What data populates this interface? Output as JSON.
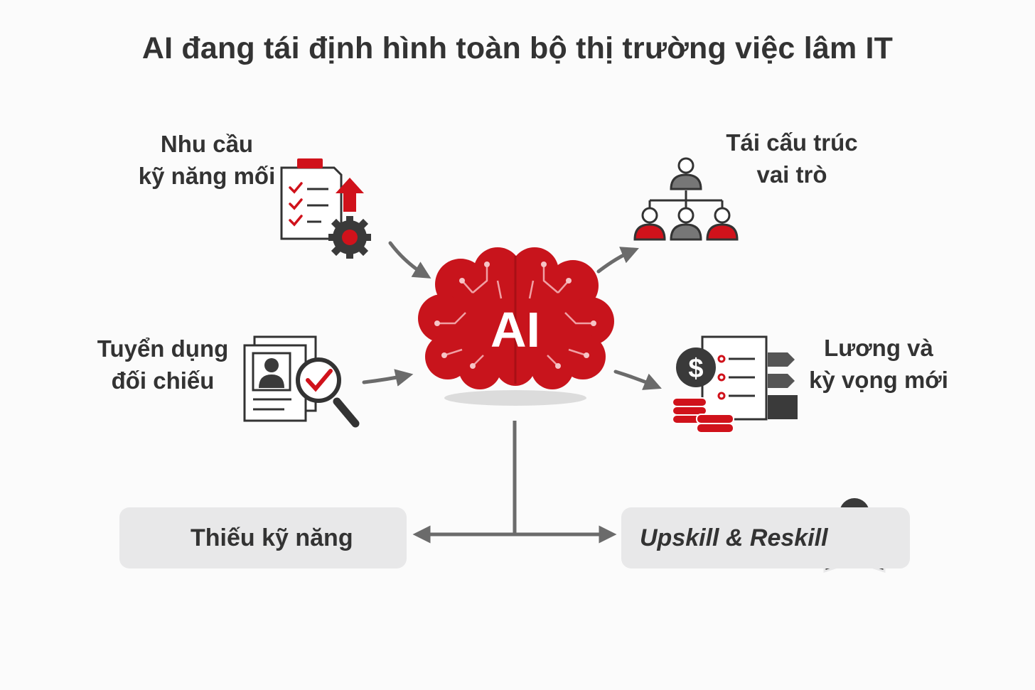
{
  "title": "AI đang tái định hình toàn bộ thị trường việc lâm IT",
  "center": {
    "label": "AI"
  },
  "nodes": {
    "new_skills": {
      "line1": "Nhu cầu",
      "line2": "kỹ năng mối",
      "icon": "checklist-gear-upload-icon"
    },
    "restructure": {
      "line1": "Tái cấu trúc",
      "line2": "vai trò",
      "icon": "org-chart-icon"
    },
    "recruitment": {
      "line1": "Tuyển dụng",
      "line2": "đối chiếu",
      "icon": "resume-magnifier-icon"
    },
    "salary": {
      "line1": "Lương và",
      "line2": "kỳ vọng mới",
      "icon": "coins-document-icon"
    }
  },
  "outcomes": {
    "skill_gap": {
      "label": "Thiếu kỹ năng",
      "icon": "warning-icon"
    },
    "upskill": {
      "label": "Upskill & Reskill",
      "icon": "reader-book-icon"
    }
  },
  "colors": {
    "accent": "#d0121b",
    "dark": "#3a3a3a",
    "arrow": "#6b6b6b",
    "box": "#e8e8e9"
  }
}
